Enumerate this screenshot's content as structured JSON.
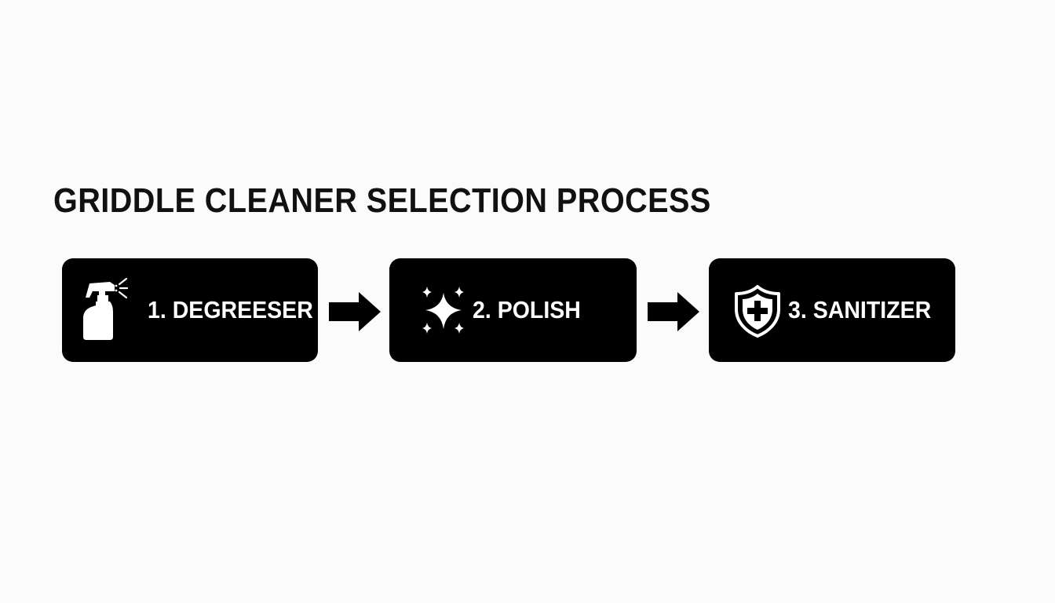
{
  "diagram": {
    "title": "GRIDDLE CLEANER SELECTION PROCESS",
    "colors": {
      "background": "#fbfbfb",
      "box_fill": "#000000",
      "text_on_box": "#ffffff",
      "title_text": "#111111"
    },
    "steps": [
      {
        "label": "1. DEGREESER",
        "icon": "spray-bottle-icon"
      },
      {
        "label": "2. POLISH",
        "icon": "sparkle-icon"
      },
      {
        "label": "3. SANITIZER",
        "icon": "shield-plus-icon"
      }
    ],
    "connectors": [
      {
        "from": "1. DEGREESER",
        "to": "2. POLISH",
        "icon": "arrow-right-icon"
      },
      {
        "from": "2. POLISH",
        "to": "3. SANITIZER",
        "icon": "arrow-right-icon"
      }
    ]
  }
}
